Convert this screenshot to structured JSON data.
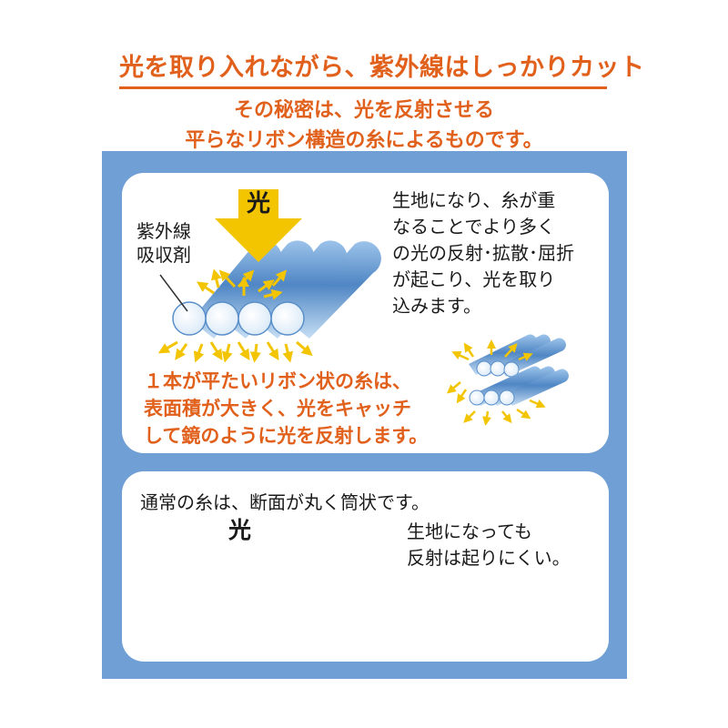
{
  "heading": {
    "title": "光を取り入れながら、紫外線はしっかりカット",
    "subtitle_line1": "その秘密は、光を反射させる",
    "subtitle_line2": "平らなリボン構造の糸によるものです。"
  },
  "top_panel": {
    "light_label": "光",
    "uv_absorber_line1": "紫外線",
    "uv_absorber_line2": "吸収剤",
    "description_lines": [
      "生地になり、糸が重",
      "なることでより多く",
      "の光の反射･拡散･屈折",
      "が起こり、光を取り",
      "込みます。"
    ],
    "ribbon_lines": [
      "１本が平たいリボン状の糸は、",
      "表面積が大きく、光をキャッチ",
      "して鏡のように光を反射します。"
    ]
  },
  "bottom_panel": {
    "caption": "通常の糸は、断面が丸く筒状です。",
    "light_label": "光",
    "description_lines": [
      "生地になっても",
      "反射は起りにくい。"
    ]
  },
  "colors": {
    "accent_orange": "#e0601c",
    "panel_blue": "#6f9fd4",
    "arrow_yellow": "#f3c400",
    "fiber_blue": "#5b8fc9"
  }
}
